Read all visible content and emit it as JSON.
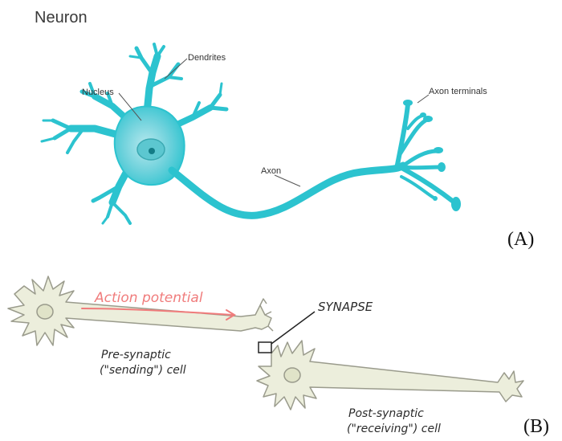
{
  "panel_a": {
    "title": "Neuron",
    "labels": {
      "dendrites": "Dendrites",
      "nucleus": "Nucleus",
      "axon": "Axon",
      "axon_terminals": "Axon terminals"
    },
    "tag": "(A)"
  },
  "panel_b": {
    "action_potential": "Action potential",
    "synapse": "SYNAPSE",
    "pre_line1": "Pre-synaptic",
    "pre_line2": "(\"sending\") cell",
    "post_line1": "Post-synaptic",
    "post_line2": "(\"receiving\") cell",
    "tag": "(B)"
  },
  "colors": {
    "neuron_teal": "#2cc3cf",
    "neuron_teal_dark": "#1aa9b6",
    "soma_glow": "#a9e4ea",
    "nucleus_fill": "#5cc7d0",
    "nucleus_dot": "#137c86",
    "sketch_fill": "#eceedc",
    "sketch_stroke": "#9a9b8c",
    "arrow_red": "#f07c7c"
  }
}
